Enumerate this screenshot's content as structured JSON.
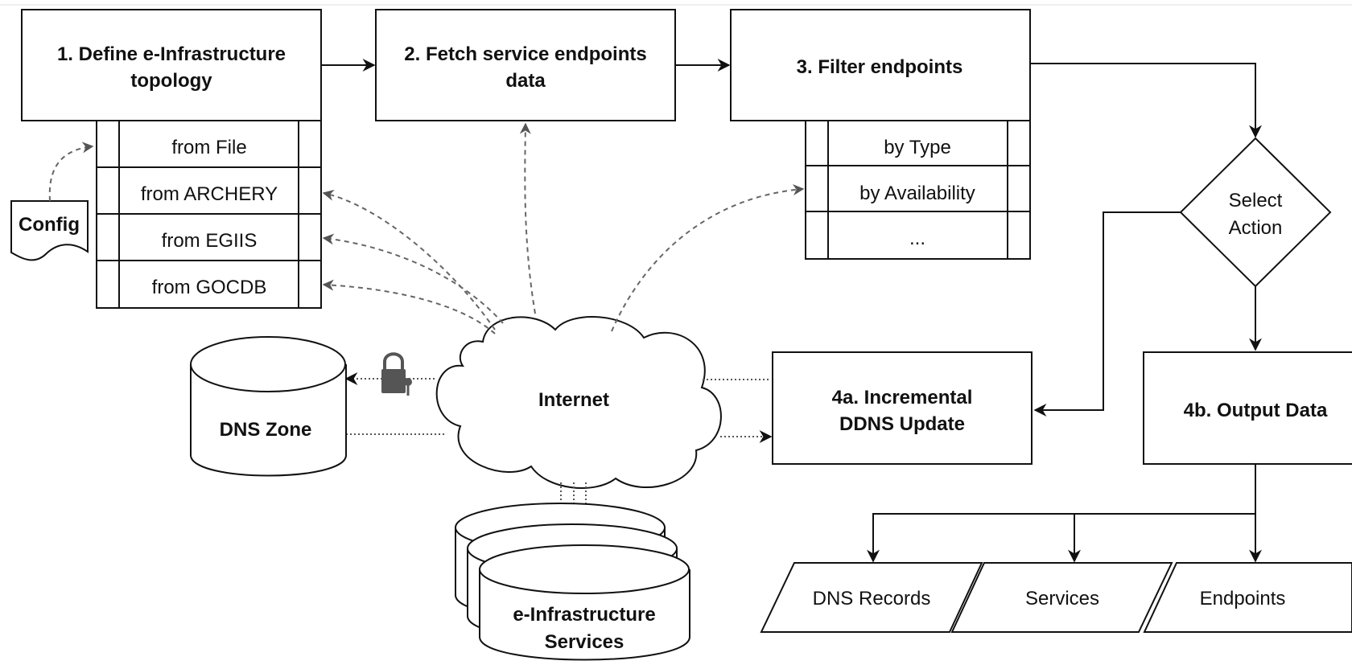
{
  "steps": {
    "define": {
      "line1": "1. Define e-Infrastructure",
      "line2": "topology",
      "sources": [
        "from File",
        "from ARCHERY",
        "from EGIIS",
        "from GOCDB"
      ]
    },
    "fetch": {
      "line1": "2. Fetch service endpoints",
      "line2": "data"
    },
    "filter": {
      "label": "3. Filter endpoints",
      "options": [
        "by Type",
        "by Availability",
        "..."
      ]
    },
    "select": {
      "line1": "Select",
      "line2": "Action"
    },
    "ddns": {
      "line1": "4a. Incremental",
      "line2": "DDNS Update"
    },
    "output": {
      "label": "4b. Output Data"
    }
  },
  "config": "Config",
  "internet": "Internet",
  "dns_zone": "DNS Zone",
  "services_store": {
    "line1": "e-Infrastructure",
    "line2": "Services"
  },
  "outputs": [
    "DNS Records",
    "Services",
    "Endpoints"
  ],
  "icons": {
    "lock": "lock-key-icon",
    "cloud": "cloud-icon"
  },
  "colors": {
    "stroke": "#111111",
    "dashed": "#666666",
    "lock": "#555555"
  }
}
